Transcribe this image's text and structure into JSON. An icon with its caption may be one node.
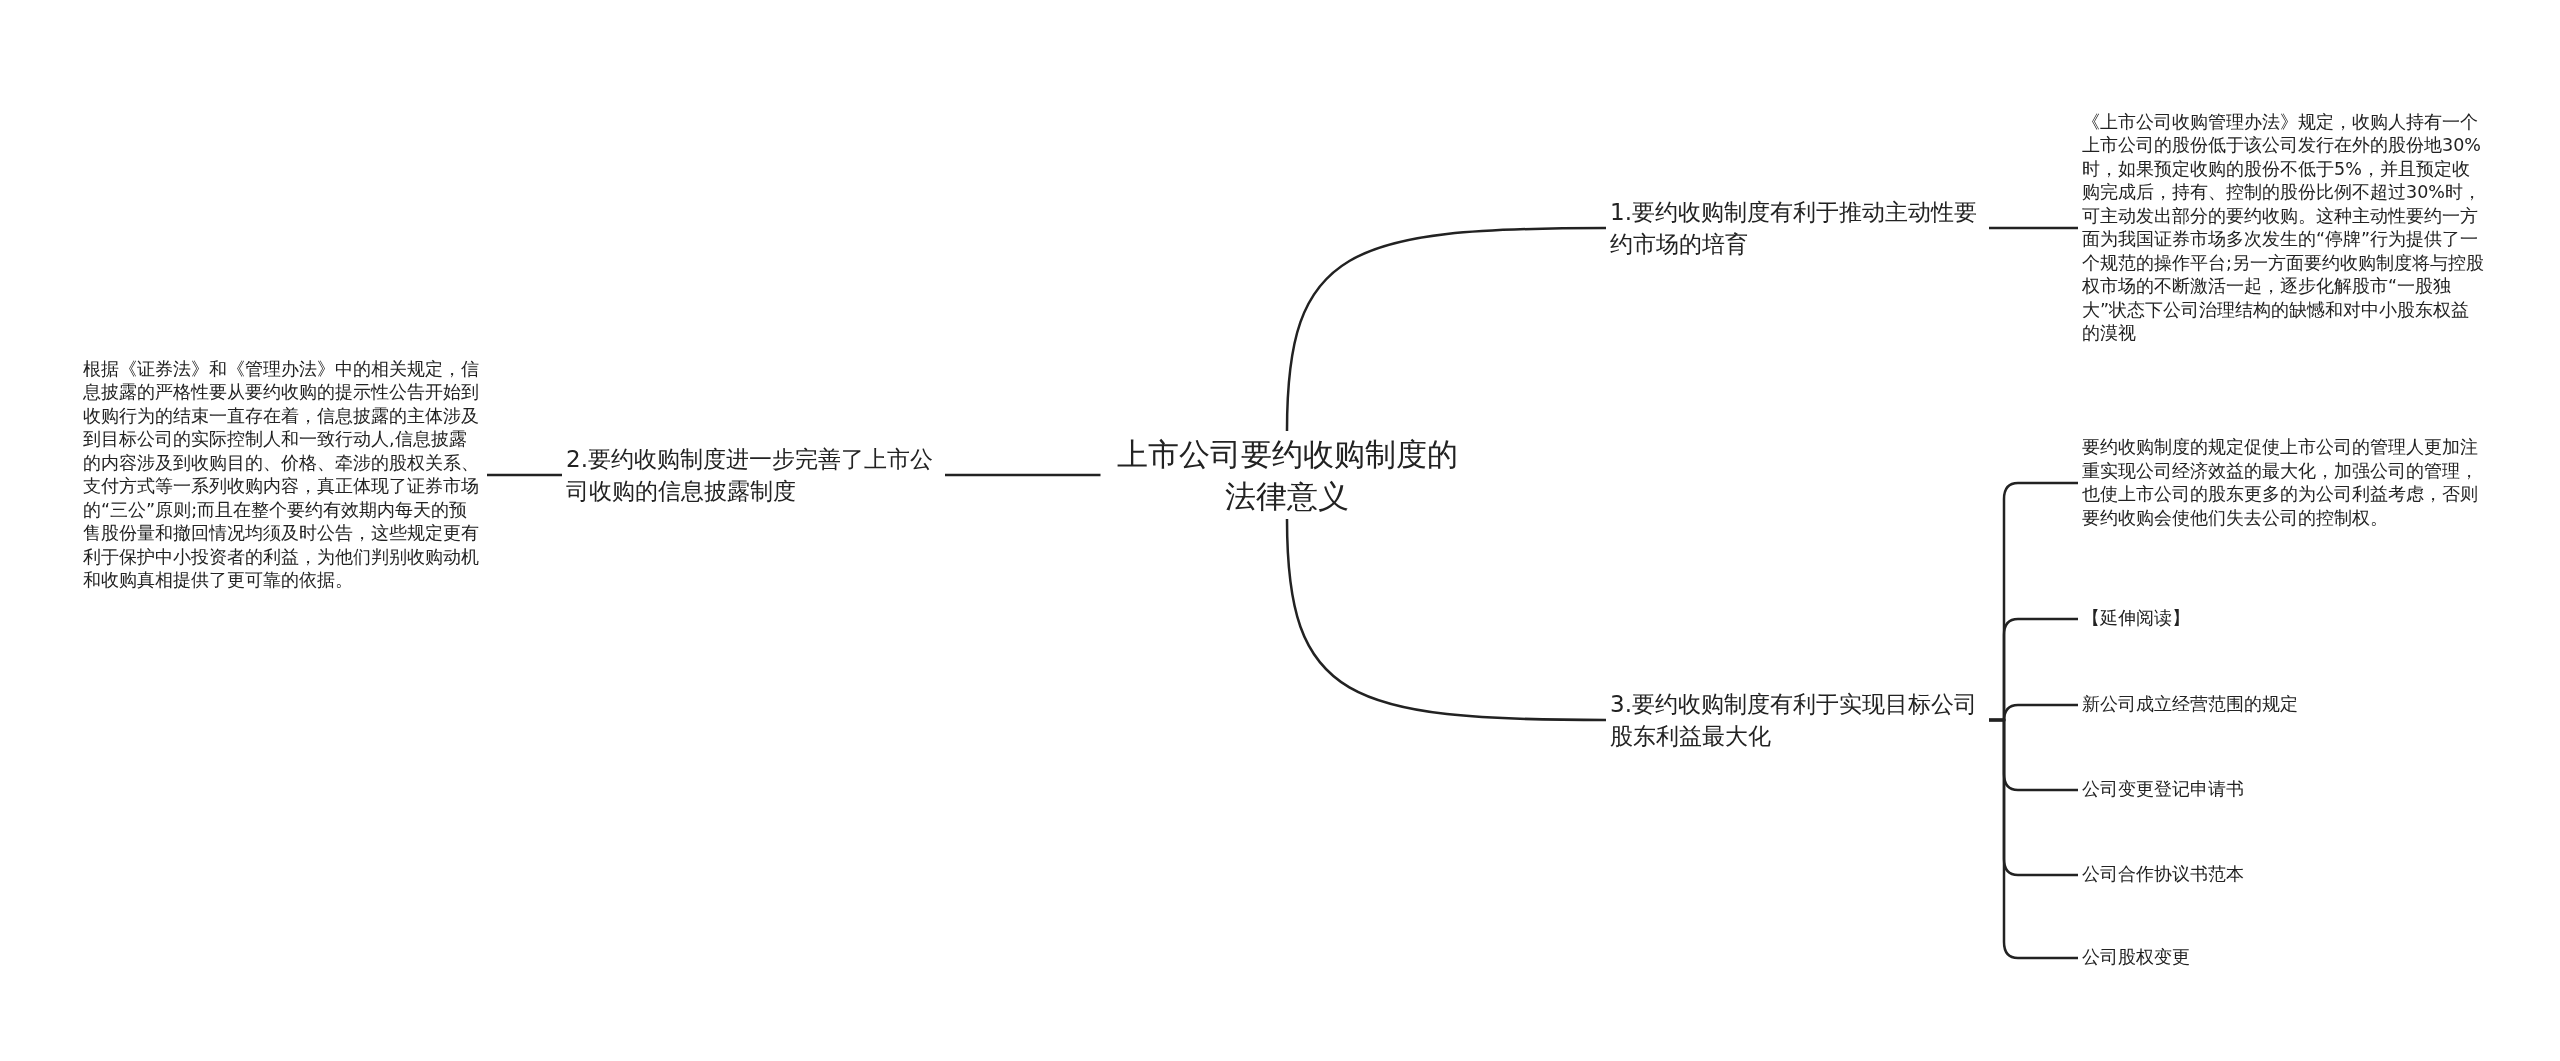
{
  "diagram": {
    "nodes": [
      {
        "text": [
          "上市公司要约收购制度的法律意义"
        ]
      },
      {
        "text": [
          "1.要约收购制度有利于推动主动性要约市场的培育"
        ]
      },
      {
        "text": [
          "《上市公司收购管理办法》规定，收购人持有一个上市公司的股份低于该公司发行在外的股份地30%时，如果预定收购的股份不低于5%，并且预定收购完成后，持有、控制的股份比例不超过30%时，可主动发出部分的要约收购。这种主动性要约一方面为我国证券市场多次发生的“停牌”行为提供了一个规范的操作平台;另一方面要约收购制度将与控股权市场的不断激活一起，逐步化解股市“一股独大”状态下公司治理结构的缺憾和对中小股东权益的漠视"
        ]
      },
      {
        "text": [
          "2.要约收购制度进一步完善了上市公司收购的信息披露制度"
        ]
      },
      {
        "text": [
          "根据《证券法》和《管理办法》中的相关规定，信息披露的严格性要从要约收购的提示性公告开始到收购行为的结束一直存在着，信息披露的主体涉及到目标公司的实际控制人和一致行动人,信息披露的内容涉及到收购目的、价格、牵涉的股权关系、支付方式等一系列收购内容，真正体现了证券市场的“三公”原则;而且在整个要约有效期内每天的预售股份量和撤回情况均须及时公告，这些规定更有利于保护中小投资者的利益，为他们判别收购动机和收购真相提供了更可靠的依据。"
        ]
      },
      {
        "text": [
          "3.要约收购制度有利于实现目标公司股东利益最大化"
        ]
      },
      {
        "text": [
          "要约收购制度的规定促使上市公司的管理人更加注重实现公司经济效益的最大化，加强公司的管理，也使上市公司的股东更多的为公司利益考虑，否则要约收购会使他们失去公司的控制权。"
        ]
      },
      {
        "text": [
          "【延伸阅读】"
        ]
      },
      {
        "text": [
          "新公司成立经营范围的规定"
        ]
      },
      {
        "text": [
          "公司变更登记申请书"
        ]
      },
      {
        "text": [
          "公司合作协议书范本"
        ]
      },
      {
        "text": [
          "公司股权变更"
        ]
      }
    ],
    "edges": [
      {
        "from": 0,
        "to": 1,
        "arrow": "none"
      },
      {
        "from": 1,
        "to": 2,
        "arrow": "none"
      },
      {
        "from": 0,
        "to": 3,
        "arrow": "none"
      },
      {
        "from": 3,
        "to": 4,
        "arrow": "none"
      },
      {
        "from": 0,
        "to": 5,
        "arrow": "none"
      },
      {
        "from": 5,
        "to": 6,
        "arrow": "none"
      },
      {
        "from": 5,
        "to": 7,
        "arrow": "none"
      },
      {
        "from": 5,
        "to": 8,
        "arrow": "none"
      },
      {
        "from": 5,
        "to": 9,
        "arrow": "none"
      },
      {
        "from": 5,
        "to": 10,
        "arrow": "none"
      },
      {
        "from": 5,
        "to": 11,
        "arrow": "none"
      }
    ]
  }
}
